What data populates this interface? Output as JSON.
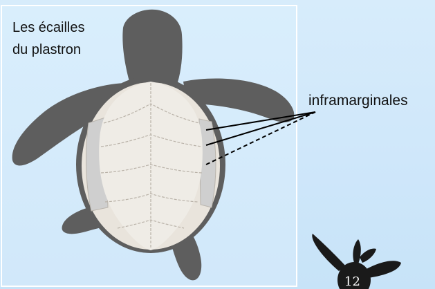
{
  "title_line1": "Les écailles",
  "title_line2": "du plastron",
  "callout_label": "inframarginales",
  "page_number": "12",
  "colors": {
    "background": "#cfe7fa",
    "frame": "#ffffff",
    "turtle_skin": "#5e5e5e",
    "plastron": "#efece6",
    "inframarginal": "#cfcfcf",
    "leader_line": "#000000"
  },
  "icon": "turtle-silhouette-icon"
}
